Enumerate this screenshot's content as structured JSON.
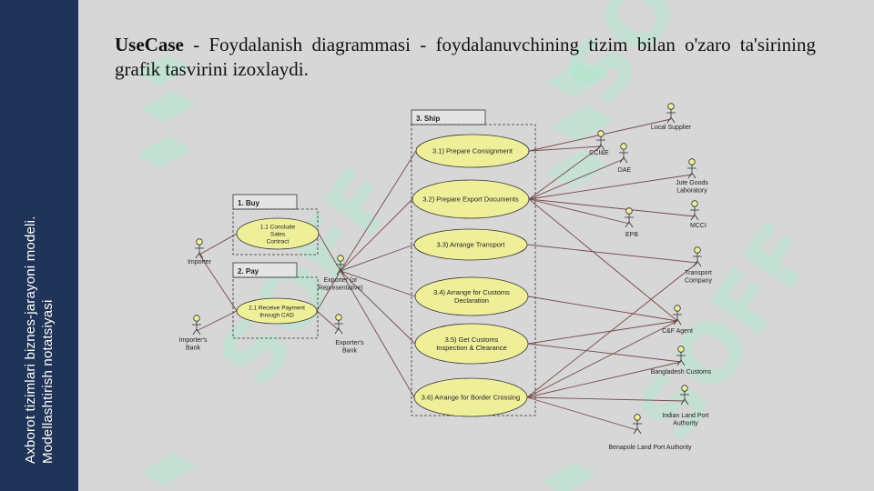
{
  "sidebar": {
    "line1": "Axborot tizimlari biznes-jarayoni modeli.",
    "line2": "Modellashtirish notatsiyasi"
  },
  "watermark": "SOFF",
  "heading": {
    "term": "UseCase",
    "definition": " - Foydalanish diagrammasi - foydalanuvchining tizim bilan o'zaro ta'sirining grafik tasvirini izoxlaydi."
  },
  "diagram": {
    "packages": [
      {
        "id": "buy",
        "title": "1. Buy"
      },
      {
        "id": "pay",
        "title": "2. Pay"
      },
      {
        "id": "ship",
        "title": "3. Ship"
      }
    ],
    "use_cases": [
      {
        "id": "uc11",
        "lines": [
          "1.1 Conclude",
          "Sales",
          "Contract"
        ]
      },
      {
        "id": "uc21",
        "lines": [
          "2.1 Receive Payment",
          "through CAD"
        ]
      },
      {
        "id": "uc31",
        "lines": [
          "3.1) Prepare Consignment"
        ]
      },
      {
        "id": "uc32",
        "lines": [
          "3.2) Prepare Export Documents"
        ]
      },
      {
        "id": "uc33",
        "lines": [
          "3.3) Arrange Transport"
        ]
      },
      {
        "id": "uc34",
        "lines": [
          "3.4) Arrange for Customs",
          "Declaration"
        ]
      },
      {
        "id": "uc35",
        "lines": [
          "3.5) Get Customs",
          "Inspection & Clearance"
        ]
      },
      {
        "id": "uc36",
        "lines": [
          "3.6) Arrange for Border Crossing"
        ]
      }
    ],
    "actors": [
      {
        "id": "importer",
        "lines": [
          "Importer"
        ]
      },
      {
        "id": "importers_bank",
        "lines": [
          "Importer's",
          "Bank"
        ]
      },
      {
        "id": "exporter",
        "lines": [
          "Exporter (or",
          "Representative)"
        ]
      },
      {
        "id": "exporters_bank",
        "lines": [
          "Exporter's",
          "Bank"
        ]
      },
      {
        "id": "local_supplier",
        "lines": [
          "Local Supplier"
        ]
      },
      {
        "id": "ccie",
        "lines": [
          "CCI&E"
        ]
      },
      {
        "id": "dae",
        "lines": [
          "DAE"
        ]
      },
      {
        "id": "jute_lab",
        "lines": [
          "Jute Goods",
          "Laboratory"
        ]
      },
      {
        "id": "epb",
        "lines": [
          "EPB"
        ]
      },
      {
        "id": "mcci",
        "lines": [
          "MCCI"
        ]
      },
      {
        "id": "transport_co",
        "lines": [
          "Transport",
          "Company"
        ]
      },
      {
        "id": "cf_agent",
        "lines": [
          "C&F Agent"
        ]
      },
      {
        "id": "bd_customs",
        "lines": [
          "Bangladesh Customs"
        ]
      },
      {
        "id": "indian_port",
        "lines": [
          "Indian Land Port",
          "Authority"
        ]
      },
      {
        "id": "benapole_port",
        "lines": [
          "Benapole Land Port Authority"
        ]
      }
    ],
    "associations": [
      [
        "importer",
        "uc11"
      ],
      [
        "importer",
        "uc21"
      ],
      [
        "importers_bank",
        "uc21"
      ],
      [
        "exporter",
        "uc11"
      ],
      [
        "exporter",
        "uc21"
      ],
      [
        "exporters_bank",
        "uc21"
      ],
      [
        "exporter",
        "uc31"
      ],
      [
        "exporter",
        "uc32"
      ],
      [
        "exporter",
        "uc33"
      ],
      [
        "exporter",
        "uc34"
      ],
      [
        "exporter",
        "uc35"
      ],
      [
        "exporter",
        "uc36"
      ],
      [
        "uc31",
        "local_supplier"
      ],
      [
        "uc31",
        "ccie"
      ],
      [
        "uc32",
        "ccie"
      ],
      [
        "uc32",
        "dae"
      ],
      [
        "uc32",
        "jute_lab"
      ],
      [
        "uc32",
        "epb"
      ],
      [
        "uc32",
        "mcci"
      ],
      [
        "uc32",
        "cf_agent"
      ],
      [
        "uc33",
        "transport_co"
      ],
      [
        "uc34",
        "cf_agent"
      ],
      [
        "uc35",
        "cf_agent"
      ],
      [
        "uc35",
        "bd_customs"
      ],
      [
        "uc36",
        "cf_agent"
      ],
      [
        "uc36",
        "bd_customs"
      ],
      [
        "uc36",
        "transport_co"
      ],
      [
        "uc36",
        "indian_port"
      ],
      [
        "uc36",
        "benapole_port"
      ]
    ]
  }
}
